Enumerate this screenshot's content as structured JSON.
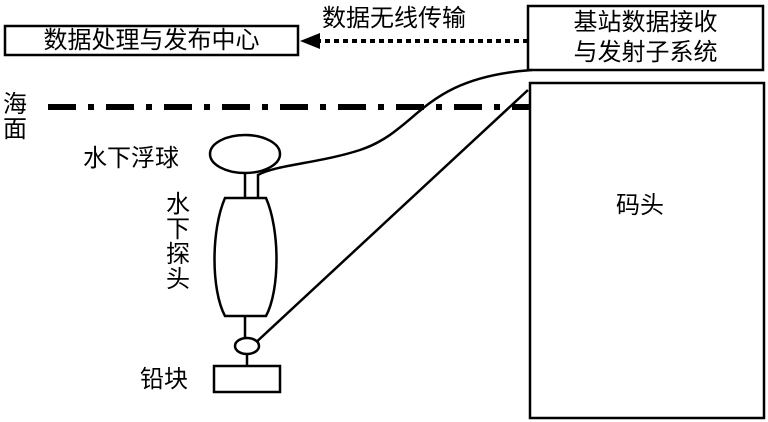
{
  "diagram": {
    "center_label": "数据处理与发布中心",
    "transmission_label": "数据无线传输",
    "base_station_line1": "基站数据接收",
    "base_station_line2": "与发射子系统",
    "sea_surface_label": "海面",
    "float_label": "水下浮球",
    "probe_label": "水下探头",
    "pier_label": "码头",
    "weight_label": "铅块"
  }
}
